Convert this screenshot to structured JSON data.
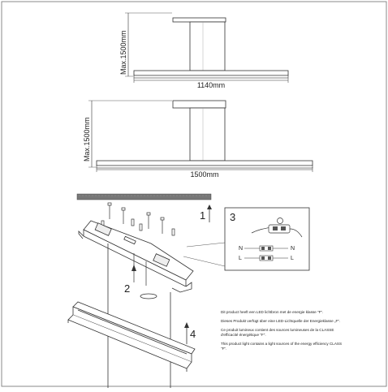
{
  "dimensions": {
    "top": {
      "height_label": "Max.1500mm",
      "width_label": "1140mm"
    },
    "middle": {
      "height_label": "Max.1500mm",
      "width_label": "1500mm"
    }
  },
  "steps": {
    "one": "1",
    "two": "2",
    "three": "3",
    "four": "4"
  },
  "terminals": {
    "n_left": "N",
    "l_left": "L",
    "n_right": "N",
    "l_right": "L"
  },
  "notes": [
    "Dit product heeft een LED lichtbron met de energie klasse \"F\".",
    "Dieses Produkt verfügt über eine LED-Lichtquelle der Energieklasse „F\".",
    "Ce produit lumineux contient des sources lumineuses de la CLASSE d'efficacité énergétique \"F\".",
    "This product light contains a light sources of the energy efficiency CLASS \"F\"."
  ]
}
